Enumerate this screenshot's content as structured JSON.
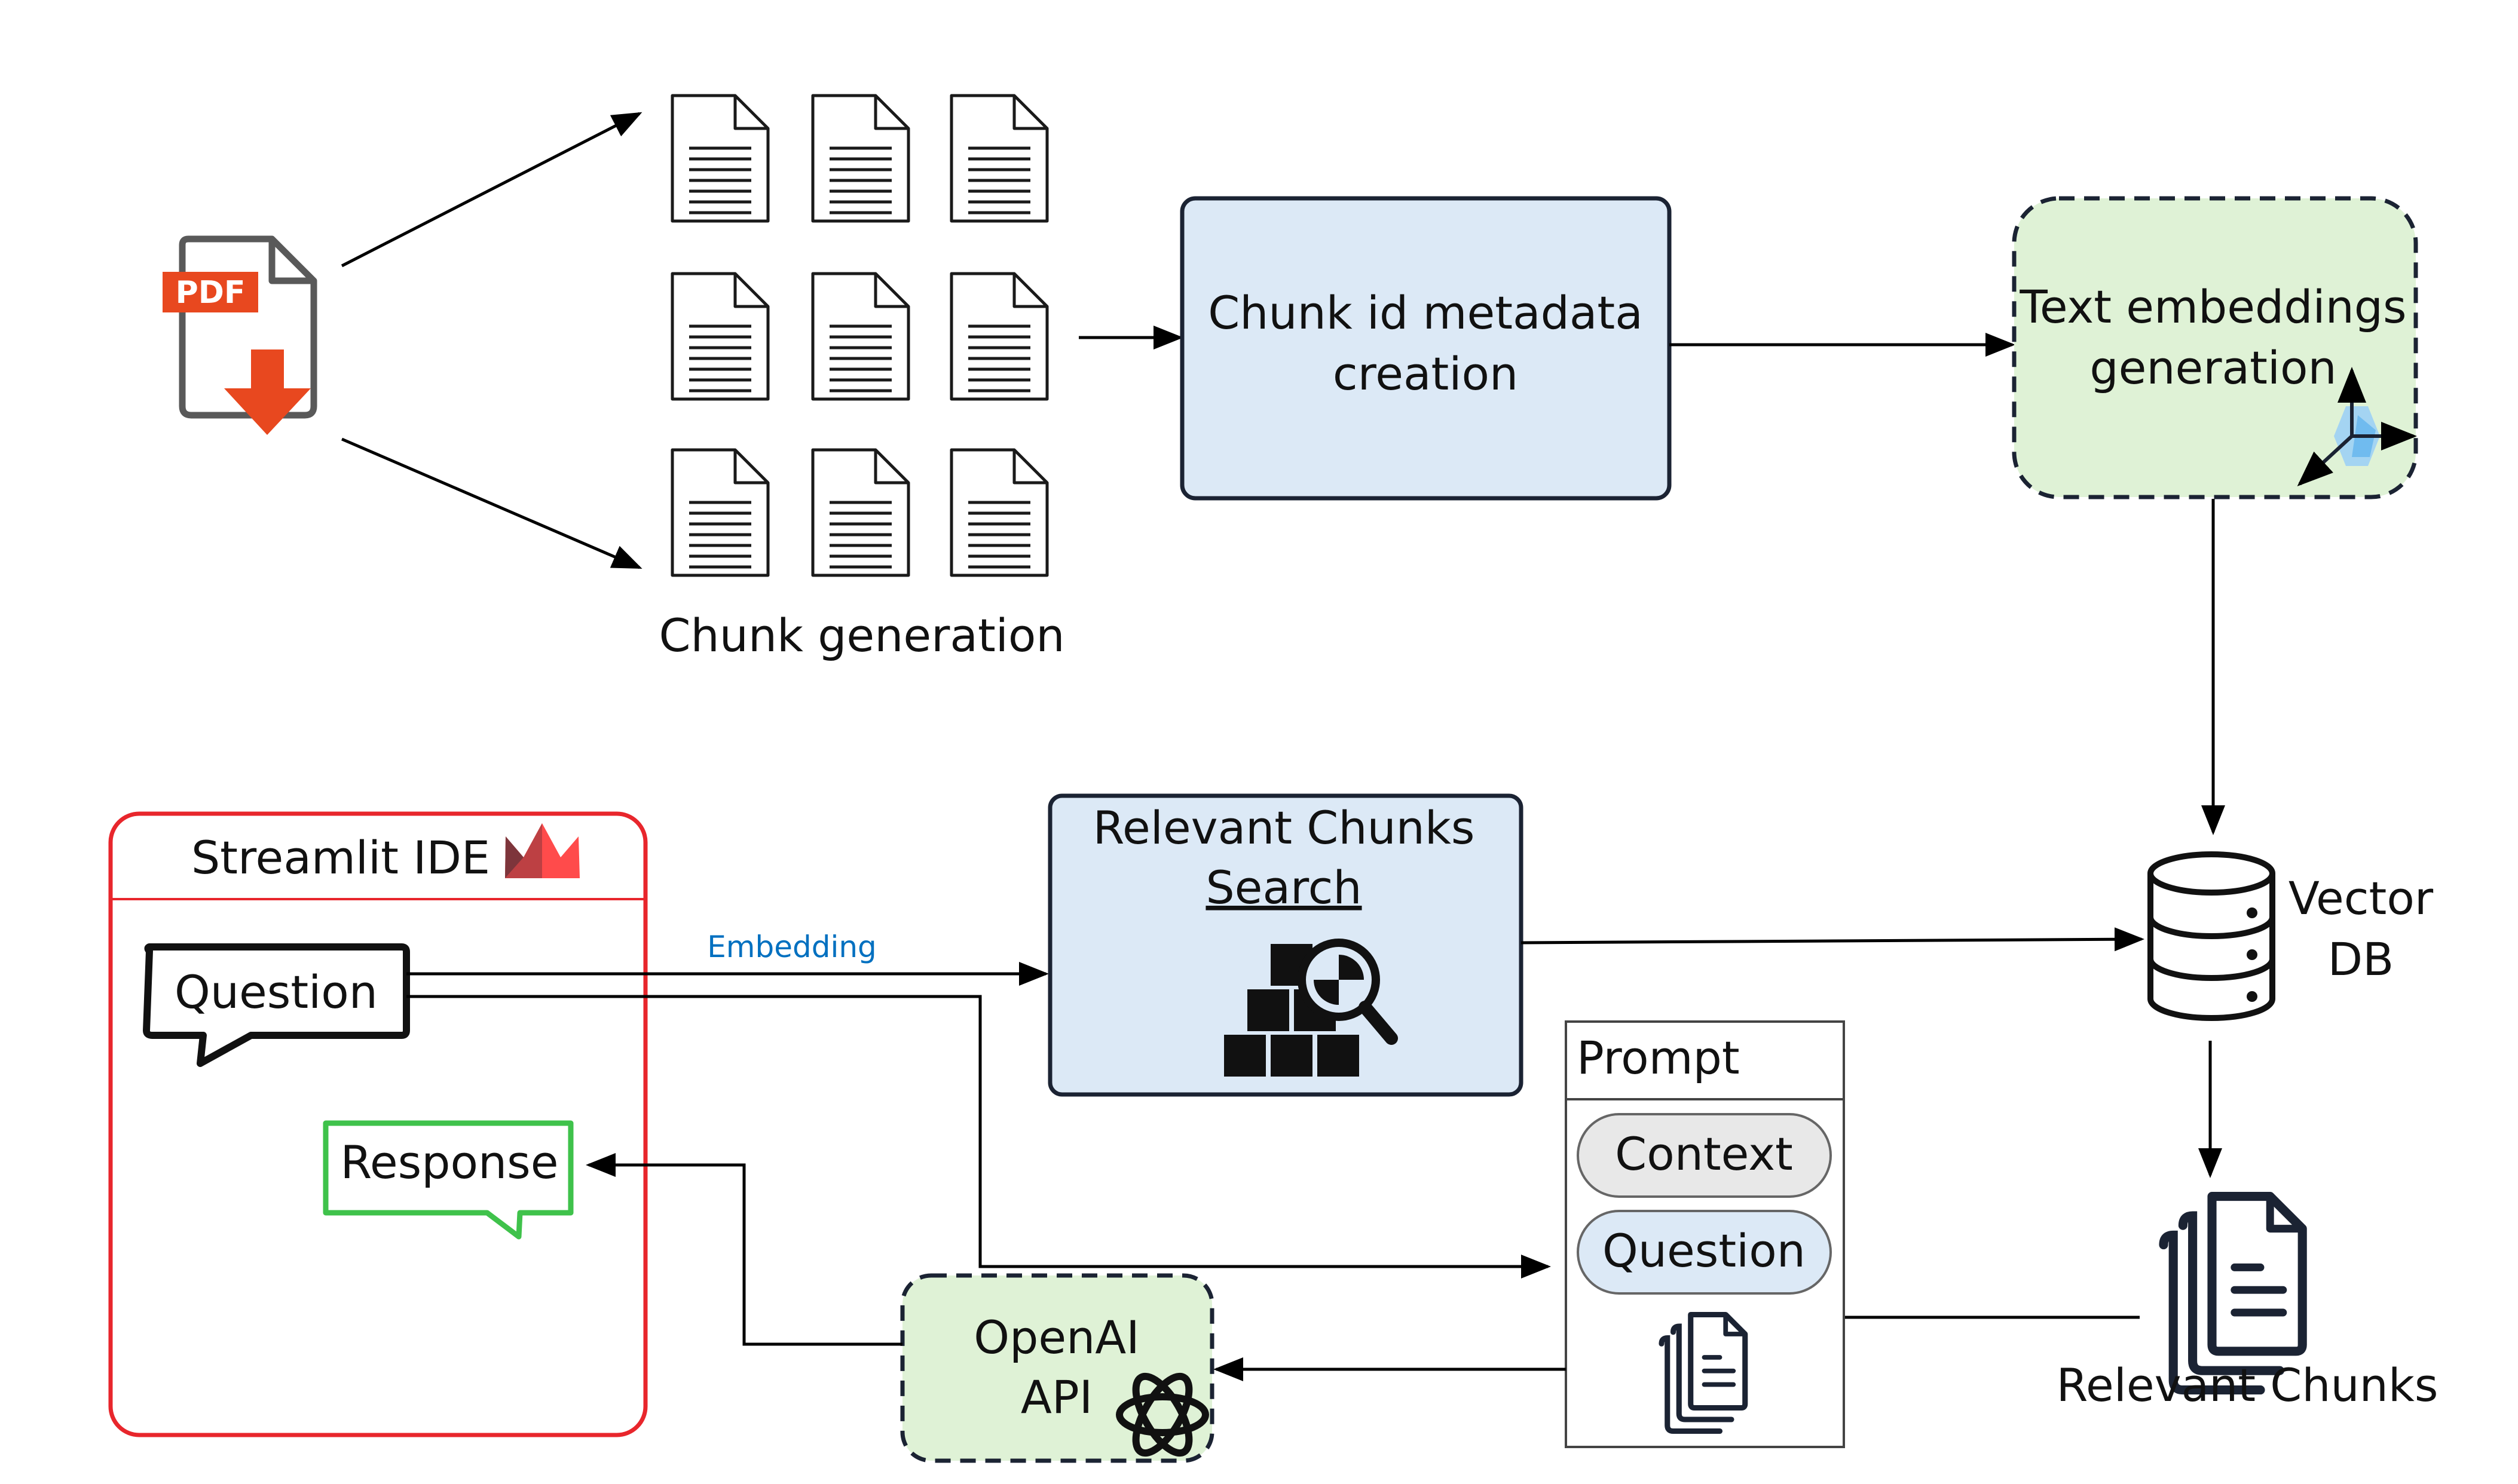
{
  "pdf_source": {
    "badge": "PDF",
    "icon": "pdf-download-icon",
    "badge_color": "#e8481f"
  },
  "chunk_generation": {
    "label": "Chunk generation",
    "icon": "document-icon",
    "count": 9
  },
  "chunk_metadata": {
    "line1": "Chunk id metadata",
    "line2": "creation",
    "fill": "#dce9f6"
  },
  "text_embeddings": {
    "line1": "Text embeddings",
    "line2": "generation",
    "fill": "#dff2d6",
    "icon": "vector-axes-icon"
  },
  "vector_db": {
    "line1": "Vector",
    "line2": "DB",
    "icon": "database-icon"
  },
  "relevant_chunks": {
    "label": "Relevant Chunks",
    "icon": "stacked-documents-icon"
  },
  "streamlit": {
    "title": "Streamlit IDE",
    "icon": "streamlit-logo-icon",
    "border_color": "#e8262c"
  },
  "question_bubble": {
    "label": "Question"
  },
  "response_bubble": {
    "label": "Response",
    "border_color": "#3fc24b"
  },
  "edge_labels": {
    "embedding": "Embedding"
  },
  "search": {
    "line1": "Relevant Chunks",
    "line2": "Search",
    "fill": "#dce9f6",
    "icon": "boxes-magnifier-icon"
  },
  "prompt": {
    "title": "Prompt",
    "context": "Context",
    "question": "Question",
    "icon": "stacked-documents-icon"
  },
  "openai": {
    "line1": "OpenAI",
    "line2": "API",
    "fill": "#dff2d6",
    "icon": "openai-logo-icon"
  }
}
